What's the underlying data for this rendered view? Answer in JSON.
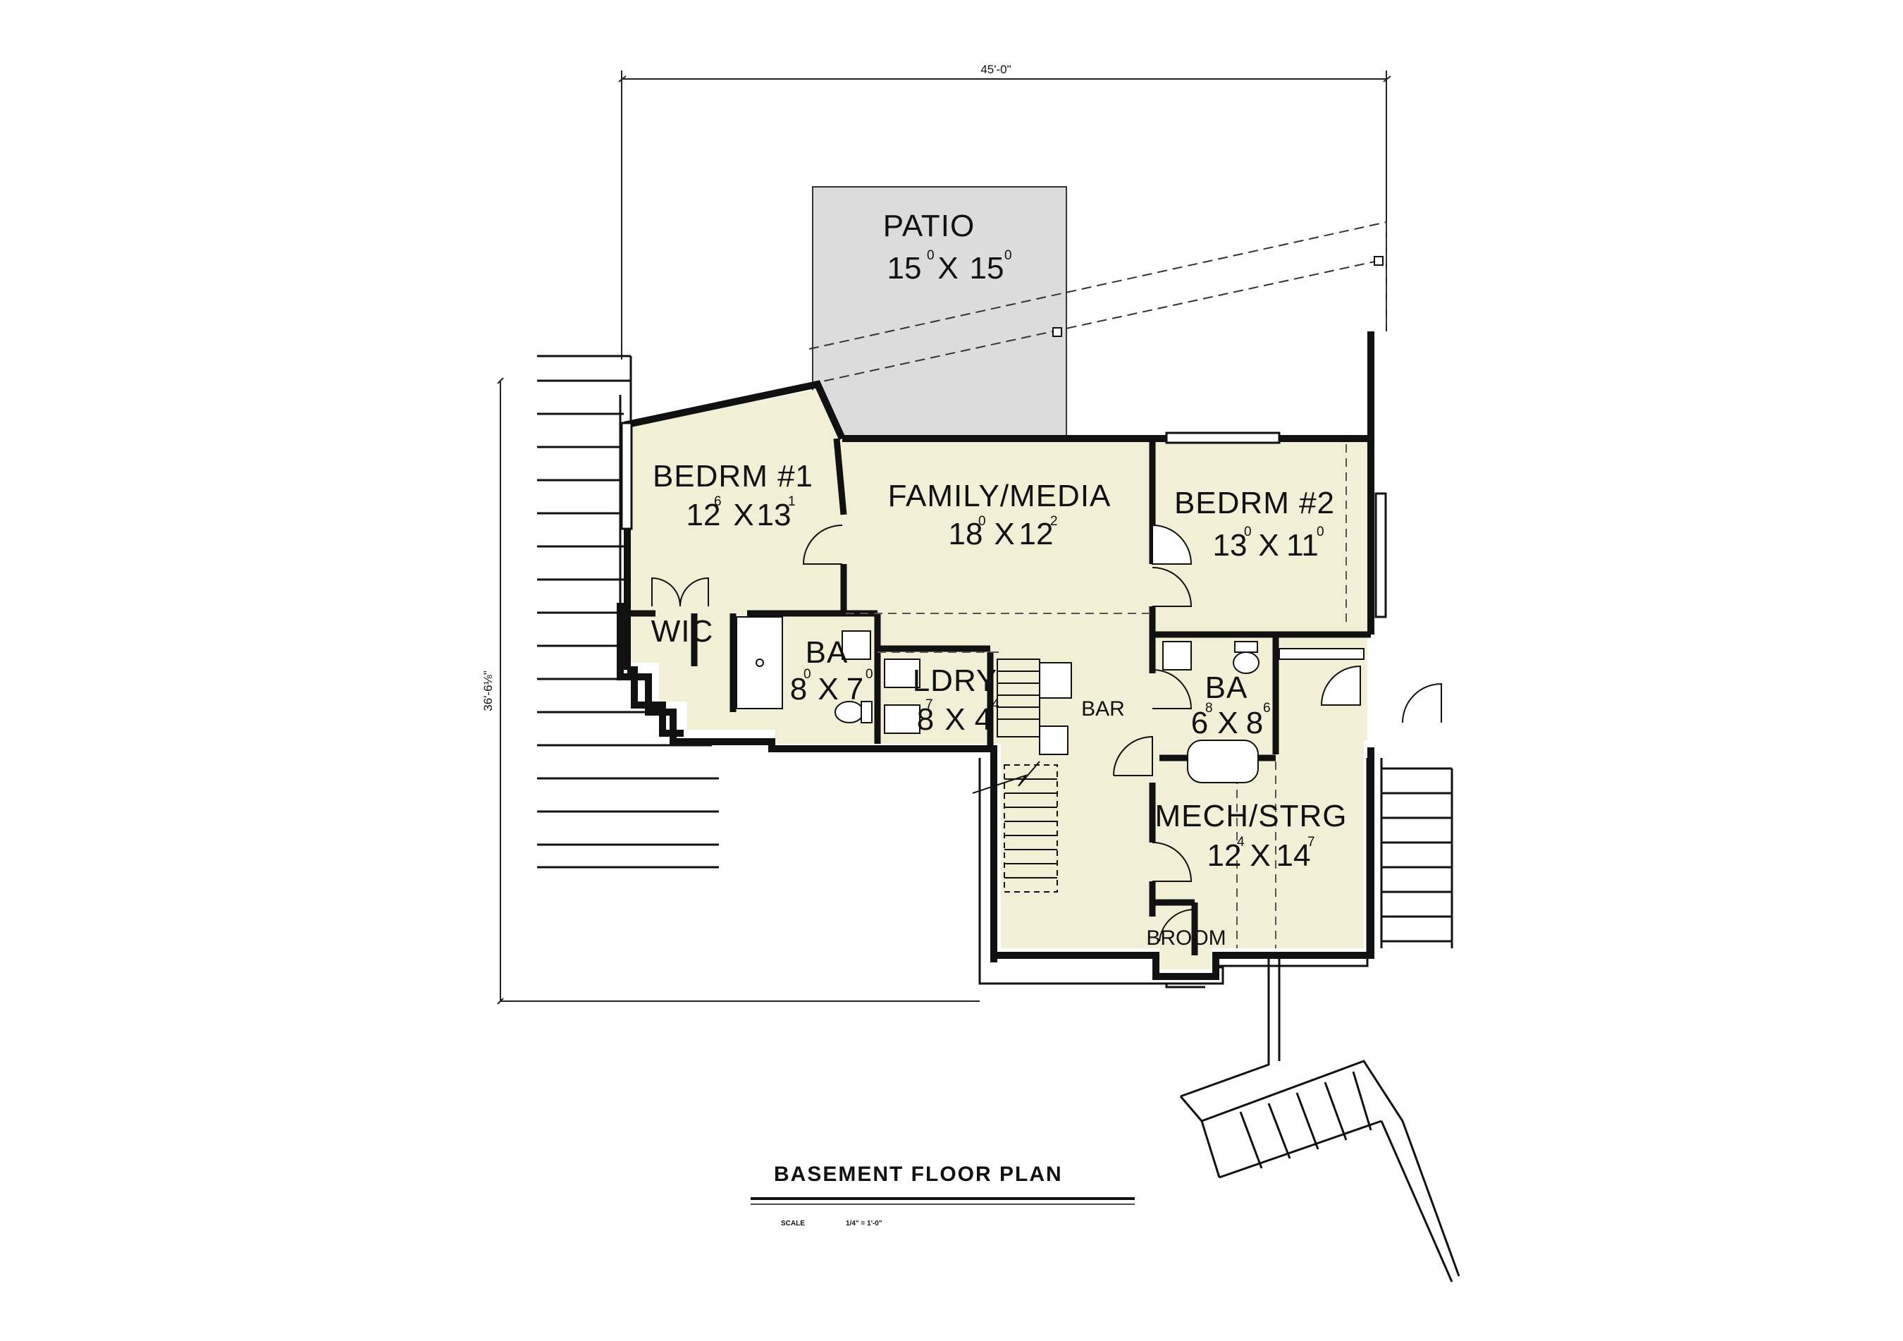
{
  "plan": {
    "title": "BASEMENT FLOOR PLAN",
    "scale_label": "SCALE",
    "scale_value": "1/4\" = 1'-0\"",
    "overall_width": "45'-0\"",
    "overall_depth": "36'-6⅛\""
  },
  "rooms": {
    "patio": {
      "name": "PATIO",
      "w": "15",
      "ws": "0",
      "d": "15",
      "ds": "0"
    },
    "bedrm1": {
      "name": "BEDRM #1",
      "w": "12",
      "ws": "6",
      "d": "13",
      "ds": "1"
    },
    "family": {
      "name": "FAMILY/MEDIA",
      "w": "18",
      "ws": "0",
      "d": "12",
      "ds": "2"
    },
    "bedrm2": {
      "name": "BEDRM #2",
      "w": "13",
      "ws": "0",
      "d": "11",
      "ds": "0"
    },
    "wic": {
      "name": "WIC"
    },
    "ba1": {
      "name": "BA",
      "w": "8",
      "ws": "0",
      "d": "7",
      "ds": "0"
    },
    "ldry": {
      "name": "LDRY",
      "w": "8",
      "ws": "7",
      "d": "4",
      "ds": "4"
    },
    "bar": {
      "name": "BAR"
    },
    "ba2": {
      "name": "BA",
      "w": "6",
      "ws": "8",
      "d": "8",
      "ds": "6"
    },
    "mech": {
      "name": "MECH/STRG",
      "w": "12",
      "ws": "4",
      "d": "14",
      "ds": "7"
    },
    "broom": {
      "name": "BROOM"
    }
  },
  "colors": {
    "room_fill": "#f1efd5",
    "patio_fill": "#dcdcdc",
    "wall": "#111111"
  }
}
